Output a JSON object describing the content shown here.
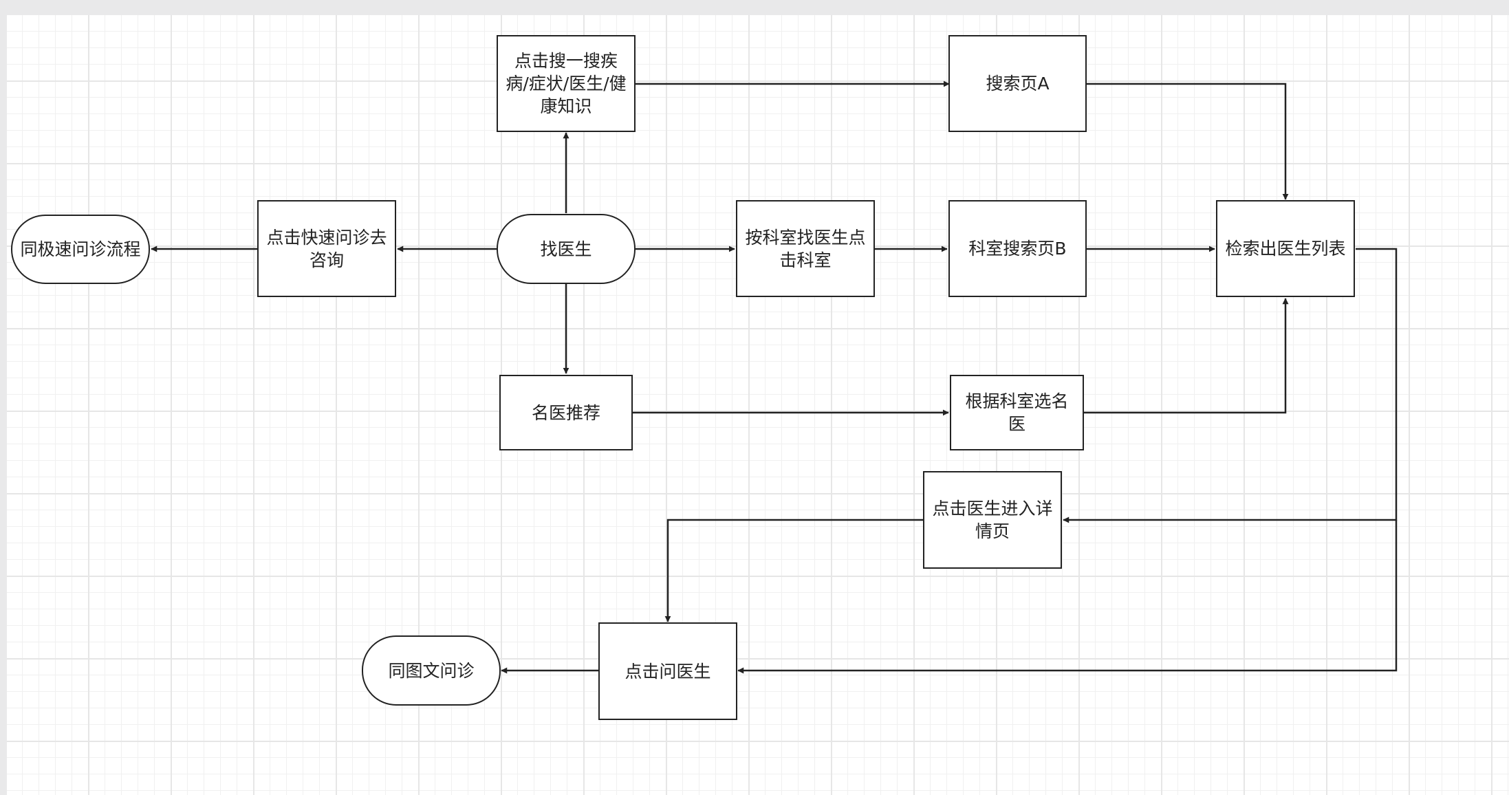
{
  "nodes": {
    "find_doctor": "找医生",
    "click_search": "点击搜一搜疾病/症状/医生/健康知识",
    "search_page_a": "搜索页A",
    "quick_consult": "点击快速问诊去咨询",
    "same_quick_flow": "同极速问诊流程",
    "by_department": "按科室找医生点击科室",
    "department_search_b": "科室搜索页B",
    "doctor_list": "检索出医生列表",
    "famous_doctor": "名医推荐",
    "choose_by_department": "根据科室选名医",
    "doctor_detail": "点击医生进入详情页",
    "ask_doctor": "点击问医生",
    "same_text_consult": "同图文问诊"
  },
  "colors": {
    "stroke": "#222222",
    "canvas": "#ffffff",
    "page": "#e9e9ea",
    "grid": "#e6e6e6"
  }
}
